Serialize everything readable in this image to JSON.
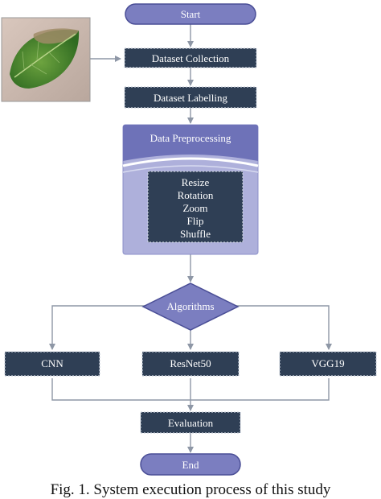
{
  "flowchart": {
    "start": "Start",
    "dataset_collection": "Dataset Collection",
    "dataset_labelling": "Dataset Labelling",
    "data_preprocessing": "Data Preprocessing",
    "preprocessing_steps": [
      "Resize",
      "Rotation",
      "Zoom",
      "Flip",
      "Shuffle"
    ],
    "algorithms": "Algorithms",
    "models": [
      "CNN",
      "ResNet50",
      "VGG19"
    ],
    "evaluation": "Evaluation",
    "end": "End"
  },
  "caption": "Fig. 1. System execution process of this study",
  "image": {
    "content": "leaf-photo"
  },
  "colors": {
    "pill_fill": "#7b7ec0",
    "pill_stroke": "#4a4e96",
    "box_fill": "#2f3f55",
    "box_border": "#c9d0dc",
    "container_fill": "#aeb0db",
    "container_header": "#6e72b8",
    "diamond_fill": "#7b7ec0",
    "arrow": "#8e97a6"
  }
}
